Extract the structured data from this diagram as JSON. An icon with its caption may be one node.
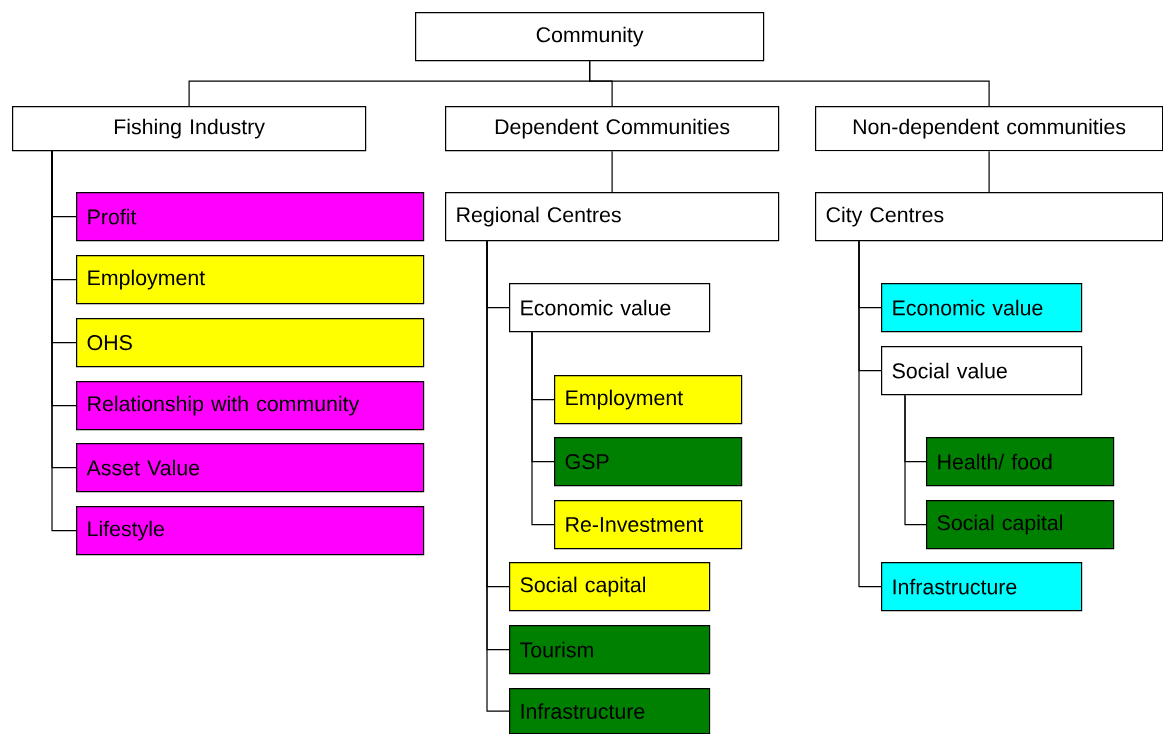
{
  "diagram": {
    "nodes": [
      {
        "text": [
          "Community"
        ]
      },
      {
        "text": [
          "Fishing Industry"
        ]
      },
      {
        "text": [
          "Dependent Communities"
        ]
      },
      {
        "text": [
          "Non-dependent communities"
        ]
      },
      {
        "text": [
          "Profit"
        ]
      },
      {
        "text": [
          "Employment"
        ]
      },
      {
        "text": [
          "OHS"
        ]
      },
      {
        "text": [
          "Relationship with community"
        ]
      },
      {
        "text": [
          "Asset Value"
        ]
      },
      {
        "text": [
          "Lifestyle"
        ]
      },
      {
        "text": [
          "Regional Centres"
        ]
      },
      {
        "text": [
          "Economic value"
        ]
      },
      {
        "text": [
          "Employment"
        ]
      },
      {
        "text": [
          "GSP"
        ]
      },
      {
        "text": [
          "Re-Investment"
        ]
      },
      {
        "text": [
          "Social capital"
        ]
      },
      {
        "text": [
          "Tourism"
        ]
      },
      {
        "text": [
          "Infrastructure"
        ]
      },
      {
        "text": [
          "City Centres"
        ]
      },
      {
        "text": [
          "Economic value"
        ]
      },
      {
        "text": [
          "Social value"
        ]
      },
      {
        "text": [
          "Health/ food"
        ]
      },
      {
        "text": [
          "Social capital"
        ]
      },
      {
        "text": [
          "Infrastructure"
        ]
      }
    ],
    "edges": [
      {
        "from": 0,
        "to": 1,
        "arrow": "none"
      },
      {
        "from": 0,
        "to": 2,
        "arrow": "none"
      },
      {
        "from": 0,
        "to": 3,
        "arrow": "none"
      },
      {
        "from": 1,
        "to": 4,
        "arrow": "none"
      },
      {
        "from": 1,
        "to": 5,
        "arrow": "none"
      },
      {
        "from": 1,
        "to": 6,
        "arrow": "none"
      },
      {
        "from": 1,
        "to": 7,
        "arrow": "none"
      },
      {
        "from": 1,
        "to": 8,
        "arrow": "none"
      },
      {
        "from": 1,
        "to": 9,
        "arrow": "none"
      },
      {
        "from": 2,
        "to": 10,
        "arrow": "none"
      },
      {
        "from": 10,
        "to": 11,
        "arrow": "none"
      },
      {
        "from": 11,
        "to": 12,
        "arrow": "none"
      },
      {
        "from": 11,
        "to": 13,
        "arrow": "none"
      },
      {
        "from": 11,
        "to": 14,
        "arrow": "none"
      },
      {
        "from": 10,
        "to": 15,
        "arrow": "none"
      },
      {
        "from": 10,
        "to": 16,
        "arrow": "none"
      },
      {
        "from": 10,
        "to": 17,
        "arrow": "none"
      },
      {
        "from": 3,
        "to": 18,
        "arrow": "none"
      },
      {
        "from": 18,
        "to": 19,
        "arrow": "none"
      },
      {
        "from": 18,
        "to": 20,
        "arrow": "none"
      },
      {
        "from": 20,
        "to": 21,
        "arrow": "none"
      },
      {
        "from": 20,
        "to": 22,
        "arrow": "none"
      },
      {
        "from": 18,
        "to": 23,
        "arrow": "none"
      }
    ]
  }
}
